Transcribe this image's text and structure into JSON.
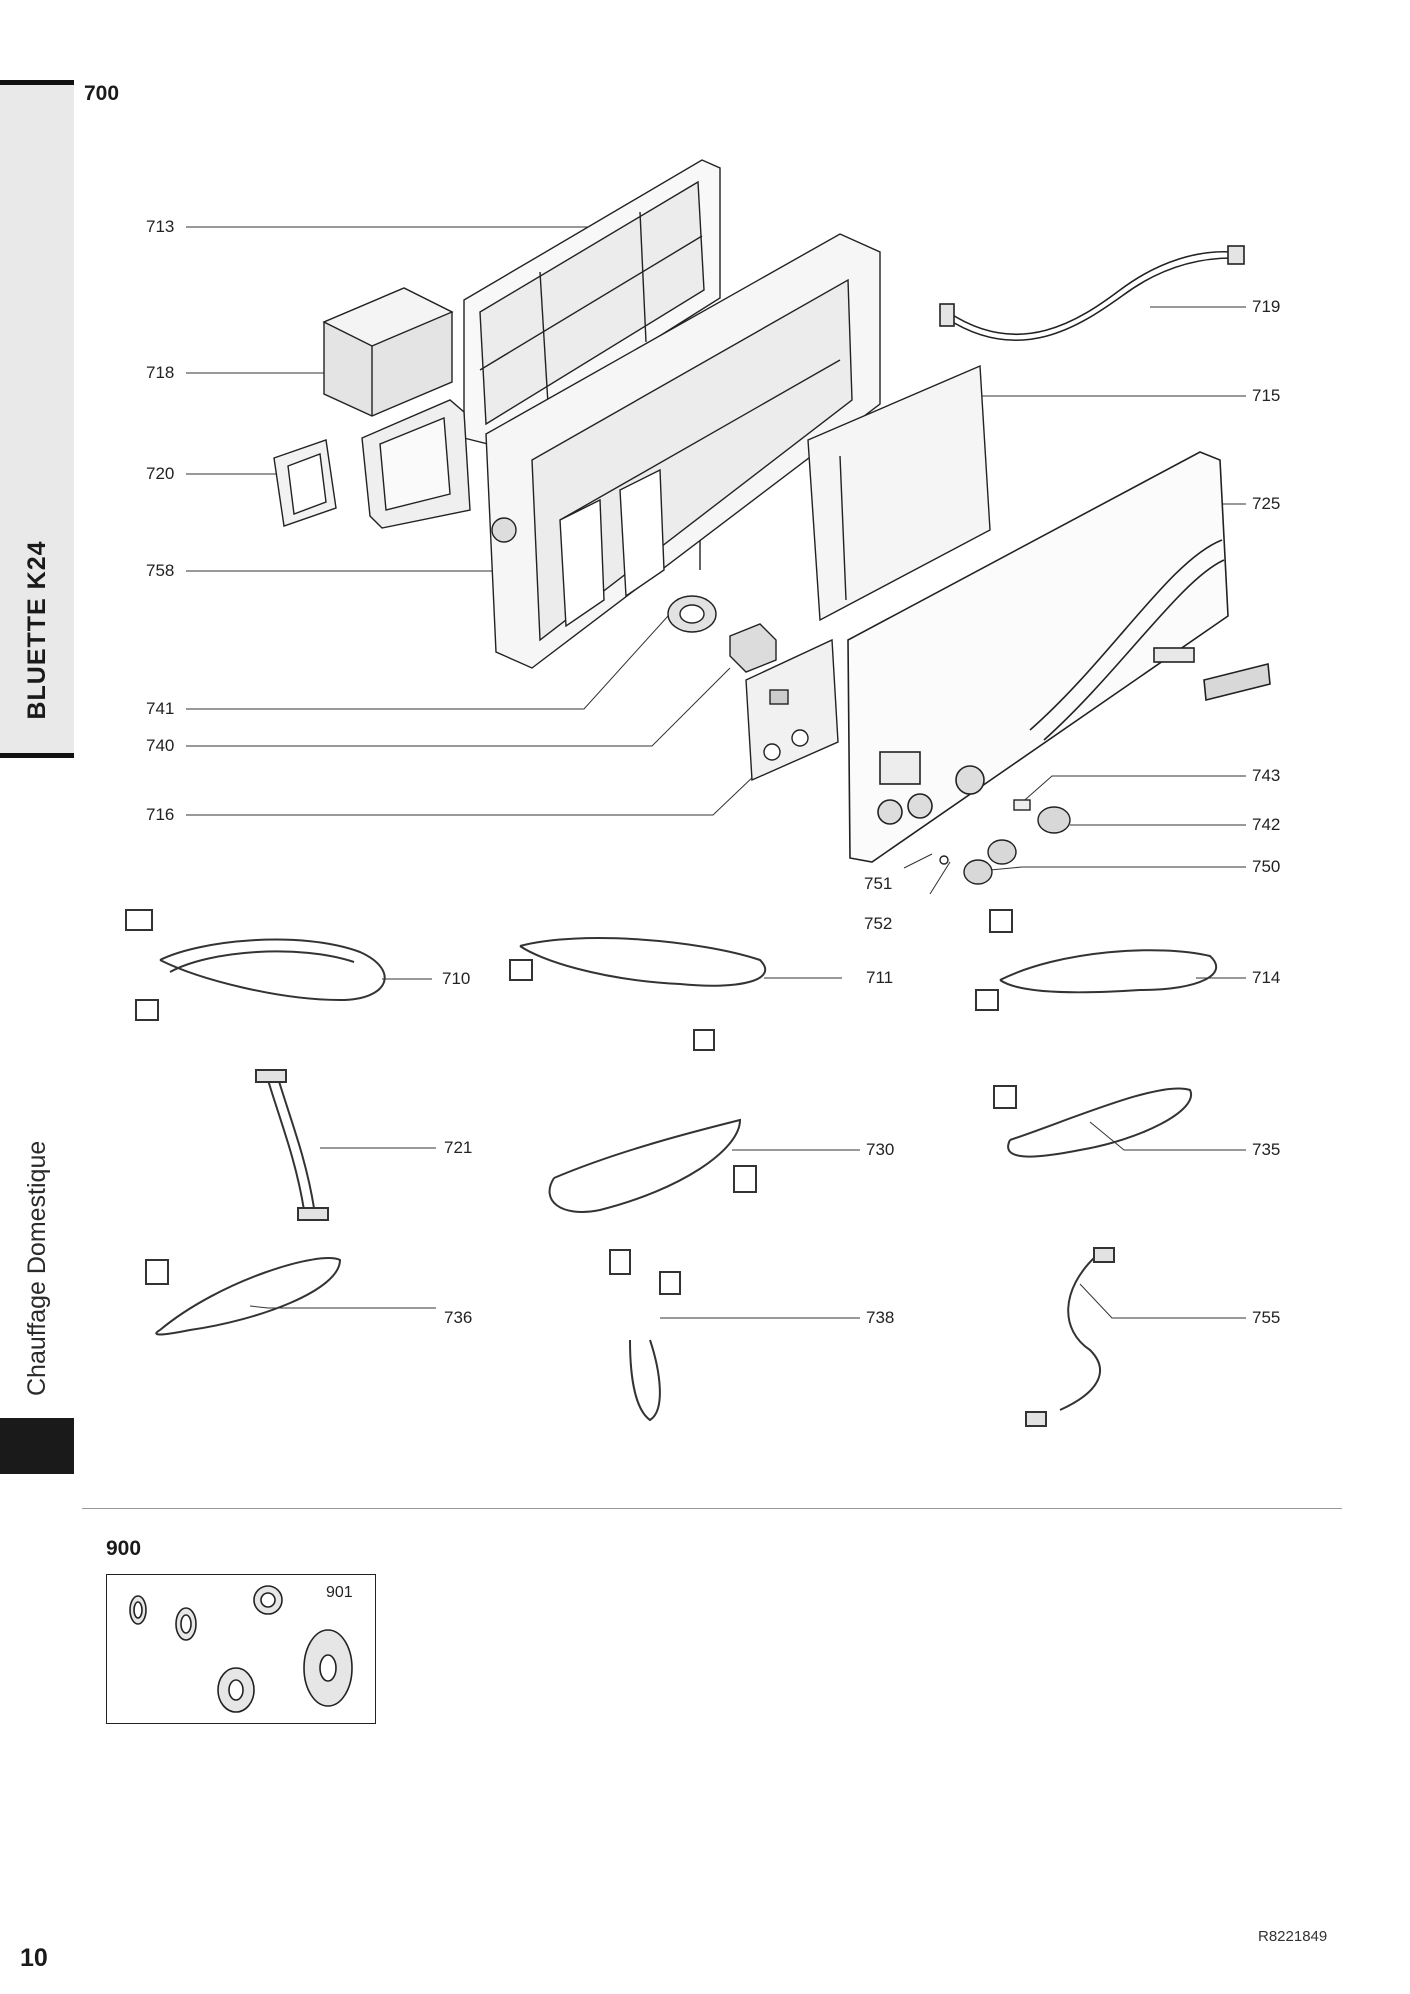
{
  "sidebar": {
    "model": "BLUETTE K24",
    "category": "Chauffage Domestique"
  },
  "section_main": {
    "title": "700"
  },
  "parts": [
    {
      "id": "p713",
      "label": "713"
    },
    {
      "id": "p718",
      "label": "718"
    },
    {
      "id": "p720",
      "label": "720"
    },
    {
      "id": "p758",
      "label": "758"
    },
    {
      "id": "p741",
      "label": "741"
    },
    {
      "id": "p740",
      "label": "740"
    },
    {
      "id": "p716",
      "label": "716"
    },
    {
      "id": "p719",
      "label": "719"
    },
    {
      "id": "p715",
      "label": "715"
    },
    {
      "id": "p725",
      "label": "725"
    },
    {
      "id": "p743",
      "label": "743"
    },
    {
      "id": "p742",
      "label": "742"
    },
    {
      "id": "p750",
      "label": "750"
    },
    {
      "id": "p751",
      "label": "751"
    },
    {
      "id": "p752",
      "label": "752"
    },
    {
      "id": "p710",
      "label": "710"
    },
    {
      "id": "p711",
      "label": "711"
    },
    {
      "id": "p714",
      "label": "714"
    },
    {
      "id": "p721",
      "label": "721"
    },
    {
      "id": "p730",
      "label": "730"
    },
    {
      "id": "p735",
      "label": "735"
    },
    {
      "id": "p736",
      "label": "736"
    },
    {
      "id": "p738",
      "label": "738"
    },
    {
      "id": "p755",
      "label": "755"
    }
  ],
  "section_kit": {
    "title": "900",
    "part_label": "901"
  },
  "footer": {
    "page_number": "10",
    "reference": "R8221849"
  }
}
